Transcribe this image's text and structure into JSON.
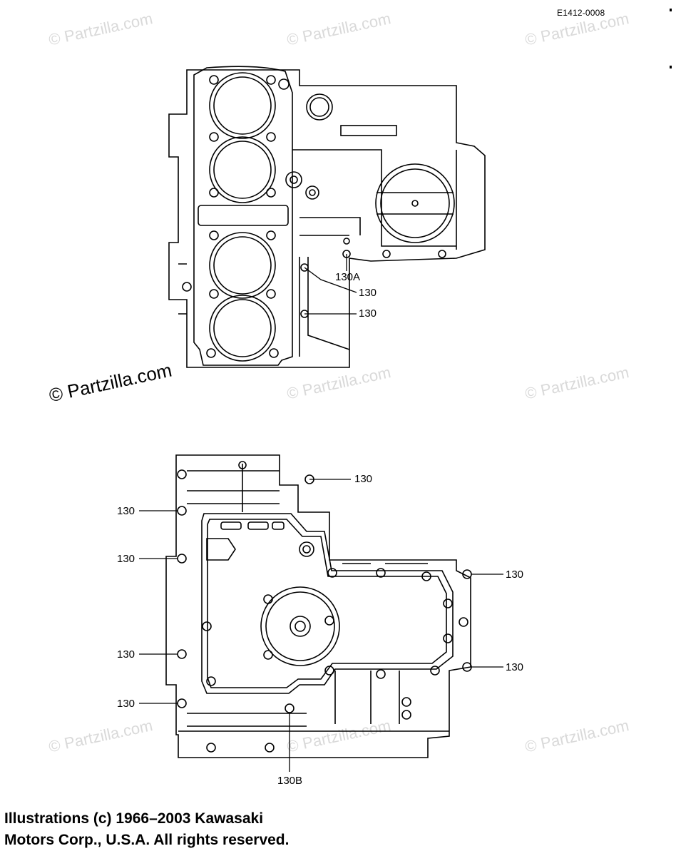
{
  "drawing_code": "E1412-0008",
  "watermark": "© Partzilla.com",
  "copyright": {
    "line1": "Illustrations (c) 1966–2003 Kawasaki",
    "line2": "Motors Corp., U.S.A.  All rights reserved."
  },
  "upper_callouts": {
    "a": "130A",
    "b": "130",
    "c": "130"
  },
  "lower_callouts": {
    "top_right": "130",
    "left_1": "130",
    "left_2": "130",
    "left_3": "130",
    "left_4": "130",
    "right_1": "130",
    "right_2": "130",
    "bottom": "130B"
  }
}
